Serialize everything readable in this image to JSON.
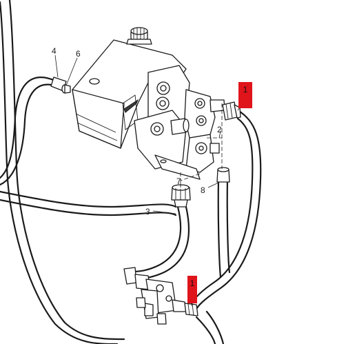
{
  "callouts": {
    "c4": "4",
    "c6": "6",
    "c1_top": "1",
    "c2": "2",
    "c7": "7",
    "c8": "8",
    "c3": "3",
    "c1_bottom": "1"
  },
  "colors": {
    "highlight": "#e0141b",
    "line": "#1a1a1a",
    "background": "#ffffff"
  }
}
